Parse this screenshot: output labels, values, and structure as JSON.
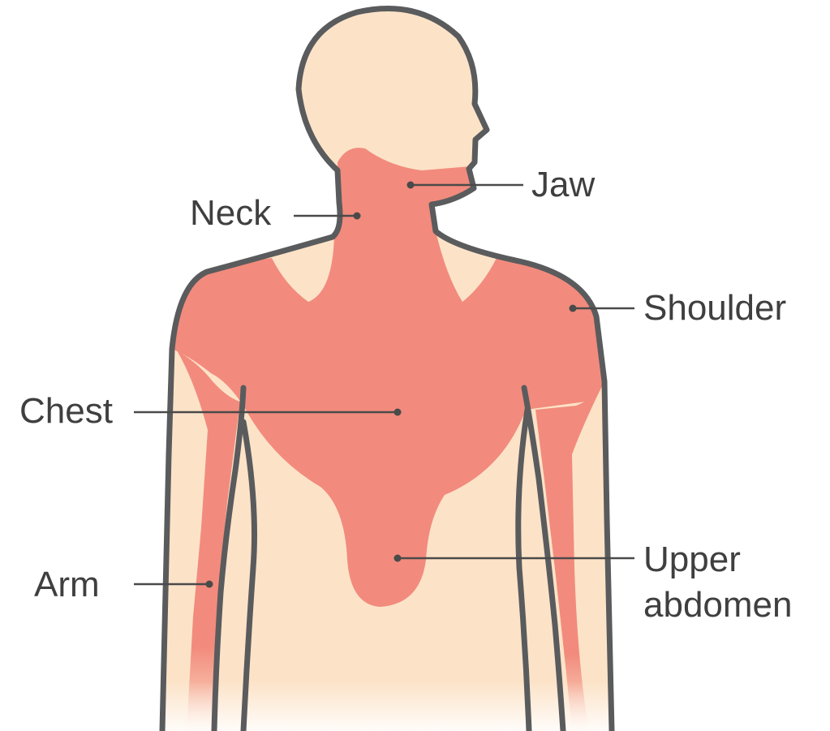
{
  "colors": {
    "skin": "#fce3c8",
    "pain": "#f28b7d",
    "outline": "#5a5b5d",
    "text": "#3f3f3f",
    "leader": "#4a4a4a"
  },
  "labels": {
    "jaw": "Jaw",
    "neck": "Neck",
    "shoulder": "Shoulder",
    "chest": "Chest",
    "arm": "Arm",
    "upper_abdomen": "Upper\nabdomen"
  }
}
